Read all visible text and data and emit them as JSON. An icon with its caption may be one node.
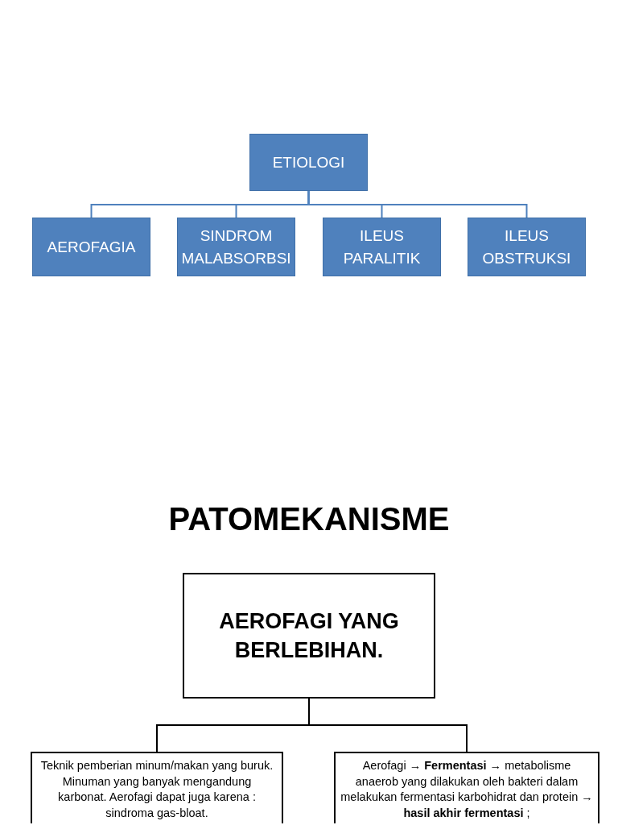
{
  "diagram": {
    "title": "PATOMEKANISME",
    "nodes": [
      {
        "text": [
          "ETIOLOGI"
        ]
      },
      {
        "text": [
          "AEROFAGIA"
        ]
      },
      {
        "text": [
          "SINDROM MALABSORBSI"
        ]
      },
      {
        "text": [
          "ILEUS PARALITIK"
        ]
      },
      {
        "text": [
          "ILEUS OBSTRUKSI"
        ]
      },
      {
        "text": [
          "AEROFAGI YANG BERLEBIHAN."
        ]
      },
      {
        "text": [
          "Teknik pemberian minum/makan yang buruk. Minuman yang banyak mengandung karbonat. Aerofagi dapat juga karena : sindroma gas-bloat."
        ]
      },
      {
        "text": [
          "Aerofagi → **Fermentasi →** metabolisme anaerob yang dilakukan oleh bakteri dalam melakukan fermentasi karbohidrat dan protein → **hasil akhir fermentasi** ;"
        ]
      }
    ],
    "edges": [
      {
        "from": 0,
        "to": 1,
        "arrow": "none"
      },
      {
        "from": 0,
        "to": 2,
        "arrow": "none"
      },
      {
        "from": 0,
        "to": 3,
        "arrow": "none"
      },
      {
        "from": 0,
        "to": 4,
        "arrow": "none"
      },
      {
        "from": 5,
        "to": 6,
        "arrow": "none",
        "color": "#000000"
      },
      {
        "from": 5,
        "to": 7,
        "arrow": "none",
        "color": "#000000"
      }
    ]
  }
}
